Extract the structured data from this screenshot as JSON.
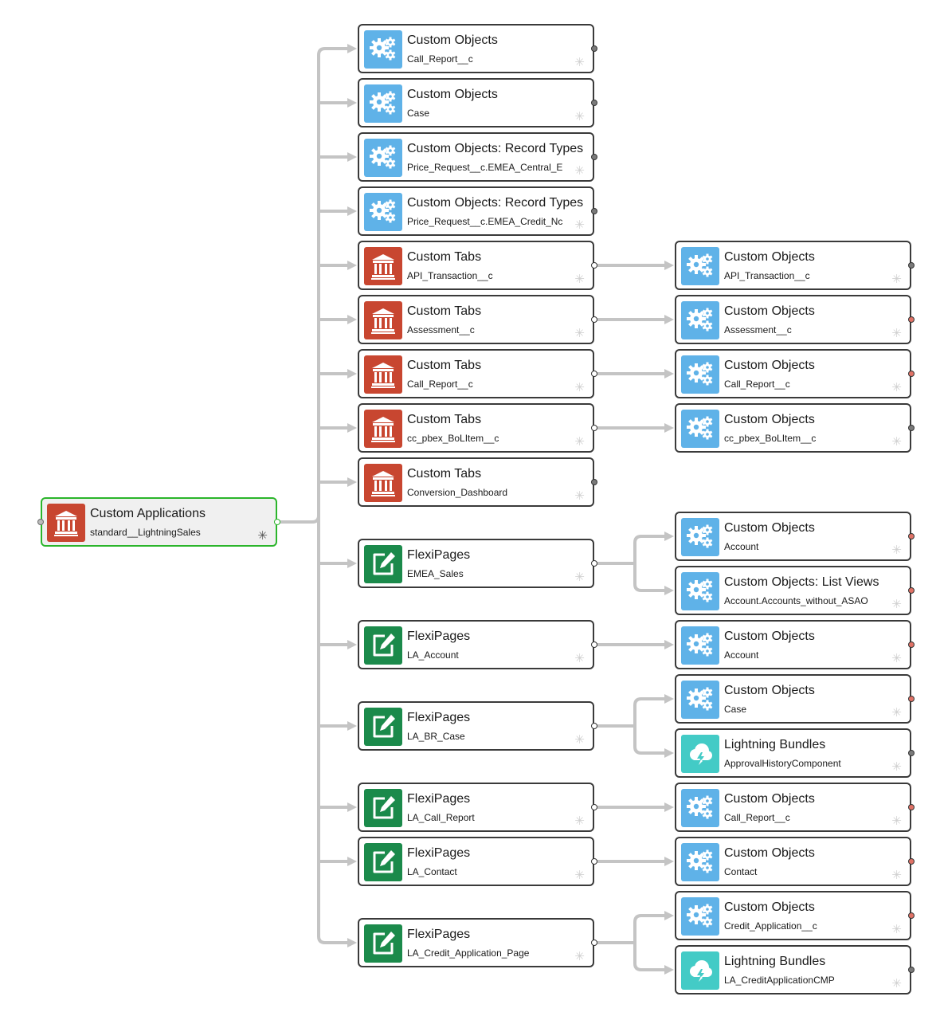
{
  "root": {
    "type": "Custom Applications",
    "name": "standard__LightningSales",
    "port": "green"
  },
  "level1": [
    {
      "type": "Custom Objects",
      "name": "Call_Report__c",
      "icon": "gear-icon",
      "port": "grey"
    },
    {
      "type": "Custom Objects",
      "name": "Case",
      "icon": "gear-icon",
      "port": "grey"
    },
    {
      "type": "Custom Objects: Record Types",
      "name": "Price_Request__c.EMEA_Central_E",
      "icon": "gear-icon",
      "port": "grey"
    },
    {
      "type": "Custom Objects: Record Types",
      "name": "Price_Request__c.EMEA_Credit_Nc",
      "icon": "gear-icon",
      "port": "grey"
    },
    {
      "type": "Custom Tabs",
      "name": "API_Transaction__c",
      "icon": "bank-icon",
      "port": "open"
    },
    {
      "type": "Custom Tabs",
      "name": "Assessment__c",
      "icon": "bank-icon",
      "port": "open"
    },
    {
      "type": "Custom Tabs",
      "name": "Call_Report__c",
      "icon": "bank-icon",
      "port": "open"
    },
    {
      "type": "Custom Tabs",
      "name": "cc_pbex_BoLItem__c",
      "icon": "bank-icon",
      "port": "open"
    },
    {
      "type": "Custom Tabs",
      "name": "Conversion_Dashboard",
      "icon": "bank-icon",
      "port": "grey"
    },
    {
      "type": "FlexiPages",
      "name": "EMEA_Sales",
      "icon": "edit-icon",
      "port": "open"
    },
    {
      "type": "FlexiPages",
      "name": "LA_Account",
      "icon": "edit-icon",
      "port": "open"
    },
    {
      "type": "FlexiPages",
      "name": "LA_BR_Case",
      "icon": "edit-icon",
      "port": "open"
    },
    {
      "type": "FlexiPages",
      "name": "LA_Call_Report",
      "icon": "edit-icon",
      "port": "open"
    },
    {
      "type": "FlexiPages",
      "name": "LA_Contact",
      "icon": "edit-icon",
      "port": "open"
    },
    {
      "type": "FlexiPages",
      "name": "LA_Credit_Application_Page",
      "icon": "edit-icon",
      "port": "open"
    }
  ],
  "level2": [
    {
      "parent": 4,
      "type": "Custom Objects",
      "name": "API_Transaction__c",
      "icon": "gear-icon",
      "port": "grey"
    },
    {
      "parent": 5,
      "type": "Custom Objects",
      "name": "Assessment__c",
      "icon": "gear-icon",
      "port": "red"
    },
    {
      "parent": 6,
      "type": "Custom Objects",
      "name": "Call_Report__c",
      "icon": "gear-icon",
      "port": "red"
    },
    {
      "parent": 7,
      "type": "Custom Objects",
      "name": "cc_pbex_BoLItem__c",
      "icon": "gear-icon",
      "port": "grey"
    },
    {
      "parent": 9,
      "type": "Custom Objects",
      "name": "Account",
      "icon": "gear-icon",
      "port": "red"
    },
    {
      "parent": 9,
      "type": "Custom Objects: List Views",
      "name": "Account.Accounts_without_ASAO",
      "icon": "gear-icon",
      "port": "red"
    },
    {
      "parent": 10,
      "type": "Custom Objects",
      "name": "Account",
      "icon": "gear-icon",
      "port": "red"
    },
    {
      "parent": 11,
      "type": "Custom Objects",
      "name": "Case",
      "icon": "gear-icon",
      "port": "red"
    },
    {
      "parent": 11,
      "type": "Lightning Bundles",
      "name": "ApprovalHistoryComponent",
      "icon": "lightning-cloud-icon",
      "port": "grey"
    },
    {
      "parent": 12,
      "type": "Custom Objects",
      "name": "Call_Report__c",
      "icon": "gear-icon",
      "port": "red"
    },
    {
      "parent": 13,
      "type": "Custom Objects",
      "name": "Contact",
      "icon": "gear-icon",
      "port": "red"
    },
    {
      "parent": 14,
      "type": "Custom Objects",
      "name": "Credit_Application__c",
      "icon": "gear-icon",
      "port": "red"
    },
    {
      "parent": 14,
      "type": "Lightning Bundles",
      "name": "LA_CreditApplicationCMP",
      "icon": "lightning-cloud-icon",
      "port": "grey"
    }
  ]
}
